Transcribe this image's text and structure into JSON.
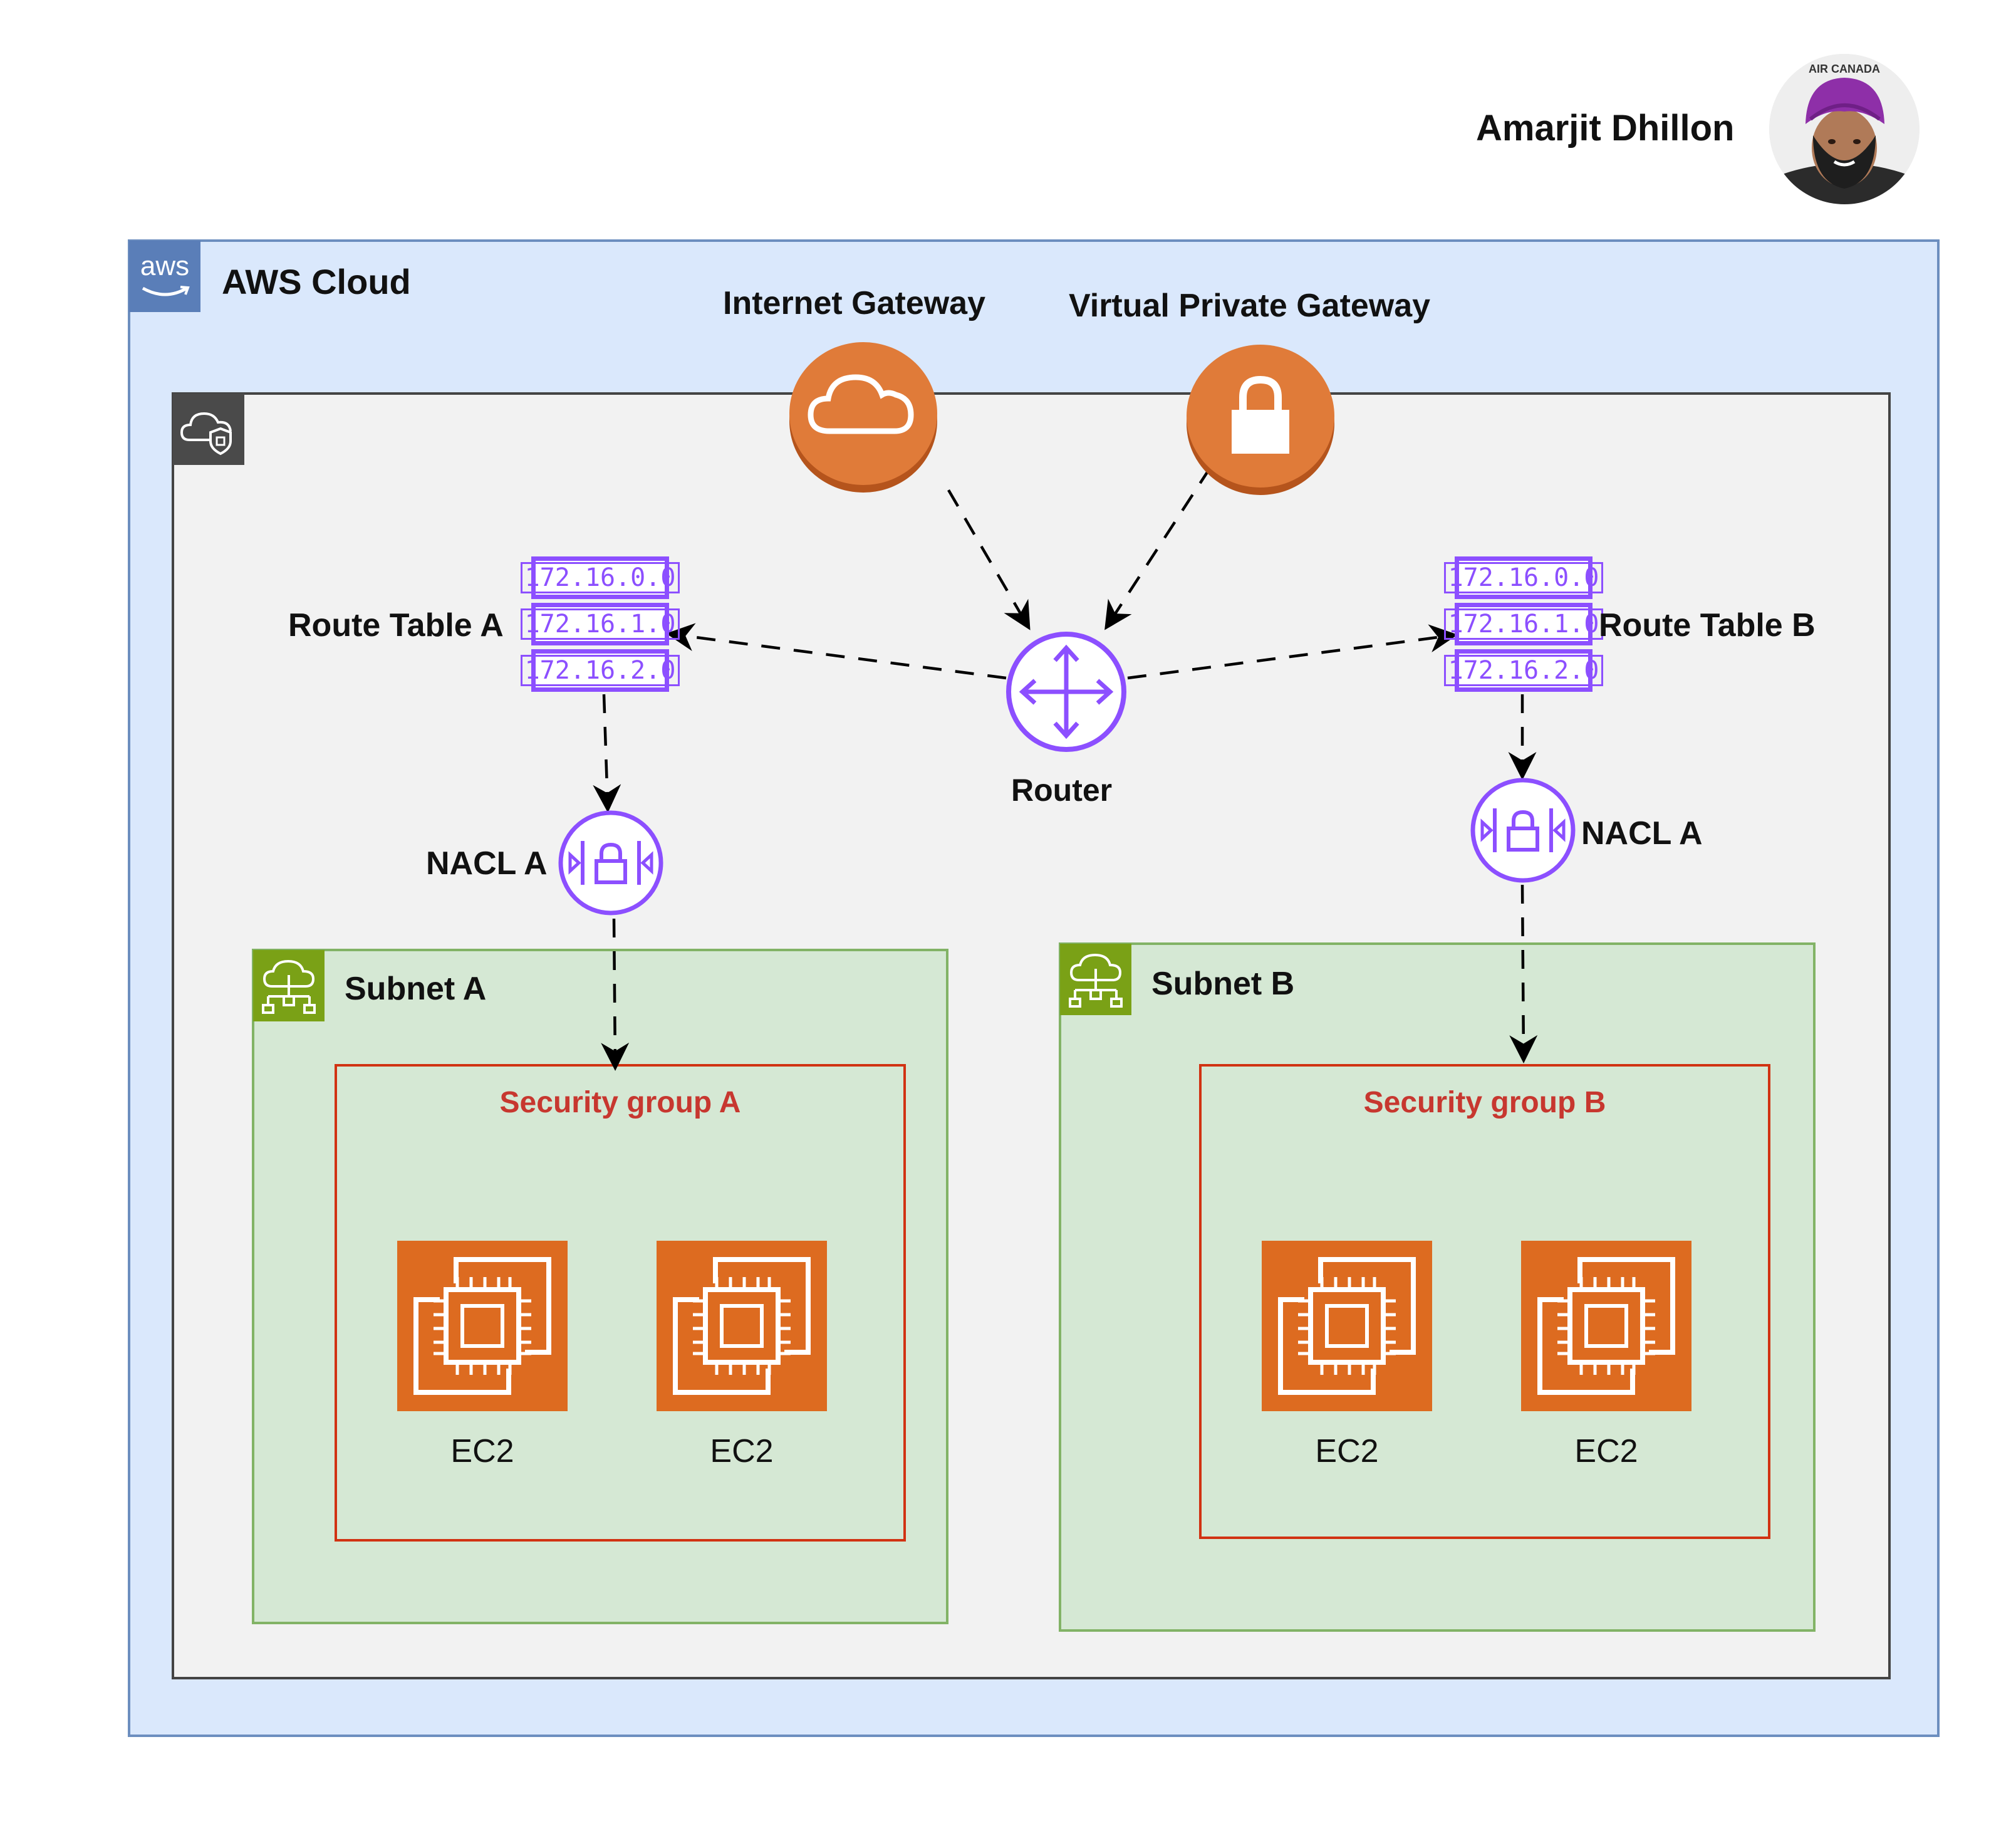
{
  "author": {
    "name": "Amarjit Dhillon",
    "avatar_badge_text": "AIR CANADA"
  },
  "aws_cloud": {
    "label": "AWS Cloud",
    "badge_text": "aws"
  },
  "gateways": {
    "internet": {
      "label": "Internet Gateway",
      "icon": "cloud-icon"
    },
    "vpn": {
      "label": "Virtual Private Gateway",
      "icon": "lock-icon"
    }
  },
  "router": {
    "label": "Router",
    "icon": "router-arrows-icon"
  },
  "route_table_a": {
    "label": "Route Table A",
    "routes": [
      "172.16.0.0",
      "172.16.1.0",
      "172.16.2.0"
    ]
  },
  "route_table_b": {
    "label": "Route Table B",
    "routes": [
      "172.16.0.0",
      "172.16.1.0",
      "172.16.2.0"
    ]
  },
  "nacl_left": {
    "label": "NACL A"
  },
  "nacl_right": {
    "label": "NACL A"
  },
  "subnet_a": {
    "label": "Subnet A",
    "security_group": {
      "label": "Security group A",
      "instances": [
        "EC2",
        "EC2"
      ]
    }
  },
  "subnet_b": {
    "label": "Subnet B",
    "security_group": {
      "label": "Security group B",
      "instances": [
        "EC2",
        "EC2"
      ]
    }
  },
  "colors": {
    "aws_cloud_fill": "#dae8fc",
    "aws_cloud_border": "#6c8ebf",
    "vpc_fill": "#f2f2f2",
    "subnet_fill": "#d5e8d4",
    "subnet_border": "#82b366",
    "security_group_border": "#d13212",
    "security_group_text": "#c7372f",
    "network_purple": "#8c4fff",
    "gateway_orange": "#e07b39",
    "ec2_orange": "#dd6b20"
  }
}
